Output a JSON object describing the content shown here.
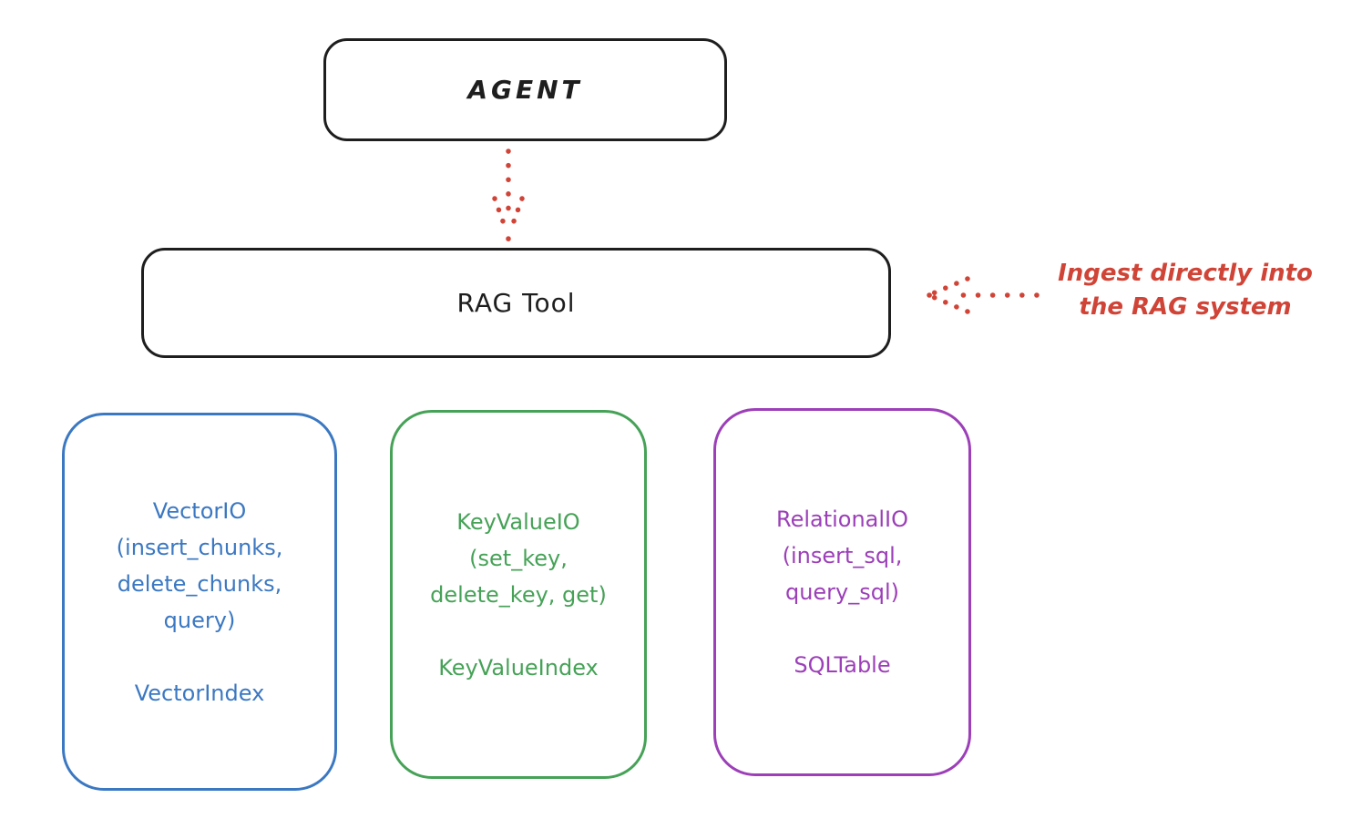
{
  "colors": {
    "ink": "#1e1e1e",
    "red": "#d04437",
    "blue": "#3b78c2",
    "green": "#46a257",
    "purple": "#9c3fb8"
  },
  "agent": {
    "label": "AGENT"
  },
  "rag_tool": {
    "label": "RAG Tool"
  },
  "annotation": {
    "line1": "Ingest directly into",
    "line2": "the RAG system"
  },
  "arrows": {
    "agent_to_rag": "dotted-down-arrow",
    "ingest_to_rag": "dotted-left-arrow"
  },
  "cards": [
    {
      "name": "vector-io",
      "lines": [
        "VectorIO",
        "(insert_chunks,",
        "delete_chunks,",
        "query)"
      ],
      "index_label": "VectorIndex"
    },
    {
      "name": "key-value-io",
      "lines": [
        "KeyValueIO",
        "(set_key,",
        "delete_key, get)"
      ],
      "index_label": "KeyValueIndex"
    },
    {
      "name": "relational-io",
      "lines": [
        "RelationalIO",
        "(insert_sql,",
        "query_sql)"
      ],
      "index_label": "SQLTable"
    }
  ]
}
